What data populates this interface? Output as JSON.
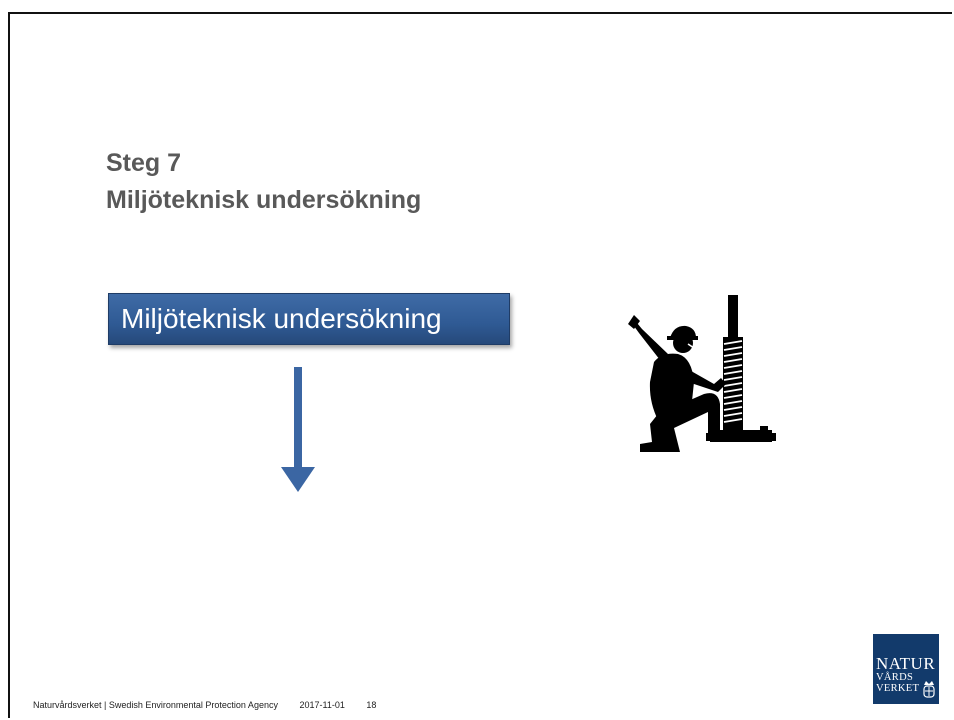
{
  "slide": {
    "title_line1": "Steg 7",
    "title_line2": "Miljöteknisk undersökning",
    "process_box_label": "Miljöteknisk undersökning"
  },
  "footer": {
    "organization": "Naturvårdsverket | Swedish Environmental Protection Agency",
    "date": "2017-11-01",
    "page_number": "18"
  },
  "logo": {
    "line1": "NATUR",
    "line2": "VÅRDS",
    "line3": "VERKET"
  },
  "colors": {
    "title": "#595959",
    "process_box": "#2f5a94",
    "arrow": "#3b66a3",
    "logo_bg": "#123a6b"
  },
  "icons": {
    "arrow": "down-arrow-icon",
    "worker": "drilling-worker-icon"
  }
}
